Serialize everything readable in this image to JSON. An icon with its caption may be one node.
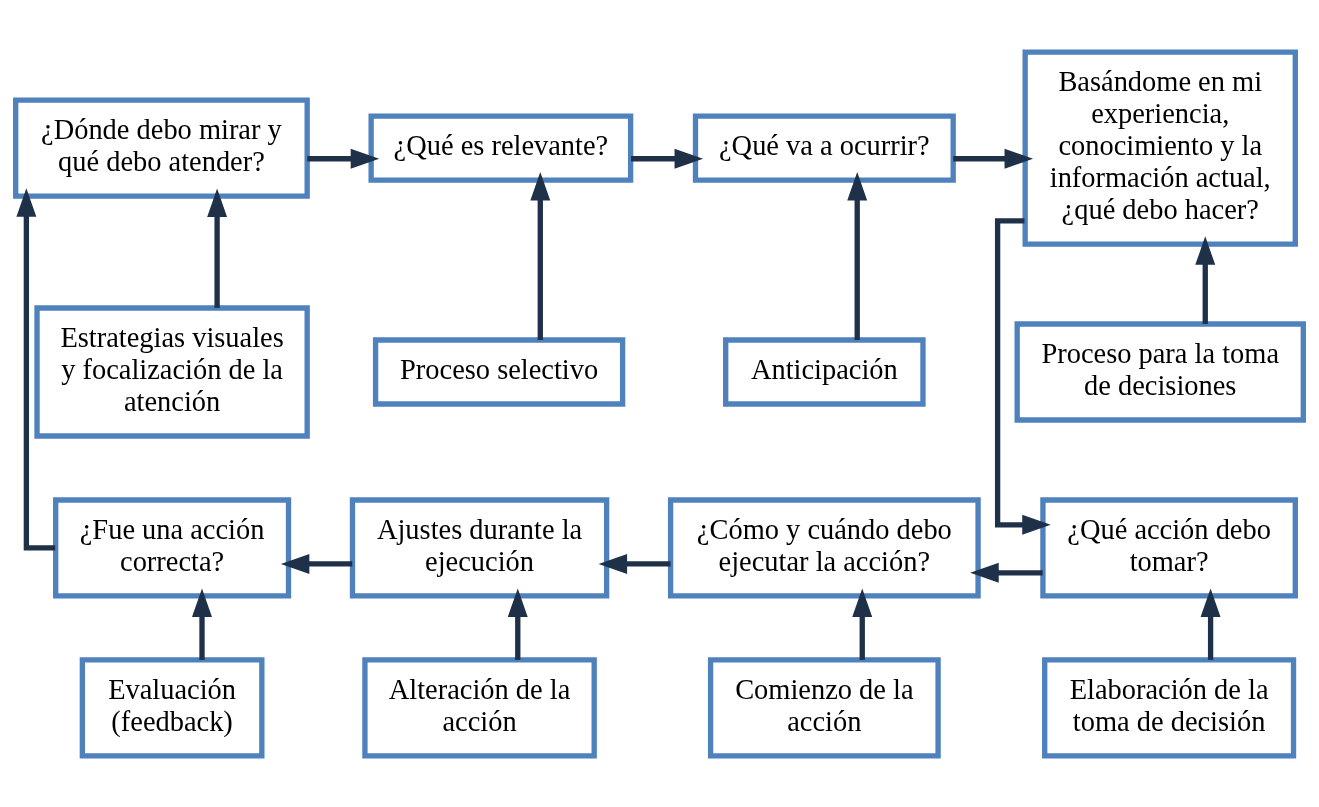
{
  "diagram": {
    "nodes": [
      {
        "text": [
          "¿Dónde debo mirar y qué debo atender?"
        ]
      },
      {
        "text": [
          "Estrategias visuales y focalización de la atención"
        ]
      },
      {
        "text": [
          "¿Qué es relevante?"
        ]
      },
      {
        "text": [
          "Proceso selectivo"
        ]
      },
      {
        "text": [
          "¿Qué va a ocurrir?"
        ]
      },
      {
        "text": [
          "Anticipación"
        ]
      },
      {
        "text": [
          "Basándome en mi experiencia, conocimiento y la información actual, ¿qué debo hacer?"
        ]
      },
      {
        "text": [
          "Proceso para la toma de decisiones"
        ]
      },
      {
        "text": [
          "¿Fue una acción correcta?"
        ]
      },
      {
        "text": [
          "Ajustes durante la ejecución"
        ]
      },
      {
        "text": [
          "¿Cómo y cuándo debo ejecutar la acción?"
        ]
      },
      {
        "text": [
          "¿Qué acción debo tomar?"
        ]
      },
      {
        "text": [
          "Evaluación (feedback)"
        ]
      },
      {
        "text": [
          "Alteración de la acción"
        ]
      },
      {
        "text": [
          "Comienzo de la acción"
        ]
      },
      {
        "text": [
          "Elaboración de la toma de decisión"
        ]
      }
    ],
    "edges": [
      {
        "from": 0,
        "to": 2,
        "arrow": "to"
      },
      {
        "from": 2,
        "to": 4,
        "arrow": "to"
      },
      {
        "from": 4,
        "to": 6,
        "arrow": "to"
      },
      {
        "from": 6,
        "to": 11,
        "arrow": "to"
      },
      {
        "from": 11,
        "to": 10,
        "arrow": "to"
      },
      {
        "from": 10,
        "to": 9,
        "arrow": "to"
      },
      {
        "from": 9,
        "to": 8,
        "arrow": "to"
      },
      {
        "from": 8,
        "to": 0,
        "arrow": "to"
      },
      {
        "from": 1,
        "to": 0,
        "arrow": "to"
      },
      {
        "from": 3,
        "to": 2,
        "arrow": "to"
      },
      {
        "from": 5,
        "to": 4,
        "arrow": "to"
      },
      {
        "from": 7,
        "to": 6,
        "arrow": "to"
      },
      {
        "from": 15,
        "to": 11,
        "arrow": "to"
      },
      {
        "from": 14,
        "to": 10,
        "arrow": "to"
      },
      {
        "from": 13,
        "to": 9,
        "arrow": "to"
      },
      {
        "from": 12,
        "to": 8,
        "arrow": "to"
      }
    ]
  }
}
